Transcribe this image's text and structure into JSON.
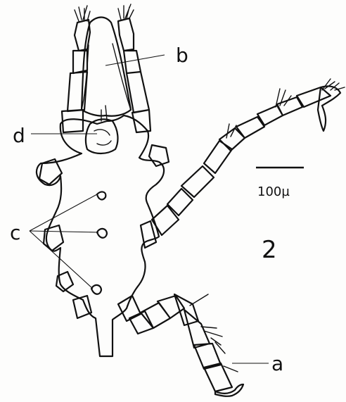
{
  "figure": {
    "labels": {
      "a": "a",
      "b": "b",
      "c": "c",
      "d": "d"
    },
    "figure_number": "2",
    "scale_bar_label": "100µ"
  }
}
